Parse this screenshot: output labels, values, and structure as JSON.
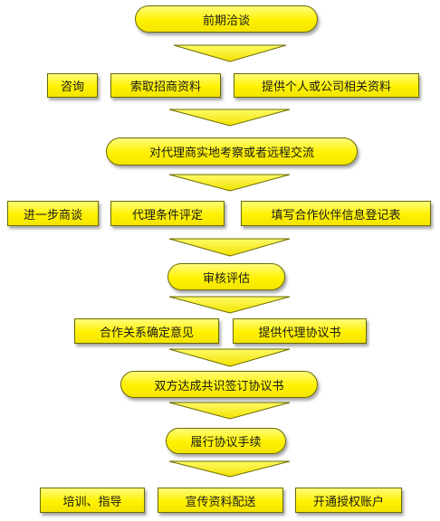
{
  "flow": {
    "step1": "前期洽谈",
    "row2": [
      "咨询",
      "索取招商资料",
      "提供个人或公司相关资料"
    ],
    "step3": "对代理商实地考察或者远程交流",
    "row4": [
      "进一步商谈",
      "代理条件评定",
      "填写合作伙伴信息登记表"
    ],
    "step5": "审核评估",
    "row6": [
      "合作关系确定意见",
      "提供代理协议书"
    ],
    "step7": "双方达成共识签订协议书",
    "step8": "履行协议手续",
    "row9": [
      "培训、指导",
      "宣传资料配送",
      "开通授权账户"
    ]
  },
  "colors": {
    "fill": "#fff200",
    "border": "#6b6b00",
    "text": "#1a1a1a"
  }
}
